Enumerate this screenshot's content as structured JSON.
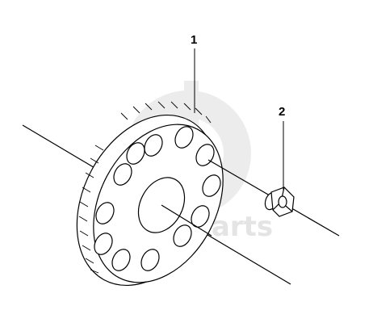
{
  "watermark": {
    "text": "datamarts",
    "color": "#e2e2e2"
  },
  "callouts": [
    {
      "label": "1",
      "part": "fan-wheel"
    },
    {
      "label": "2",
      "part": "flange-nut"
    }
  ],
  "colors": {
    "line": "#000000",
    "background": "#ffffff"
  }
}
